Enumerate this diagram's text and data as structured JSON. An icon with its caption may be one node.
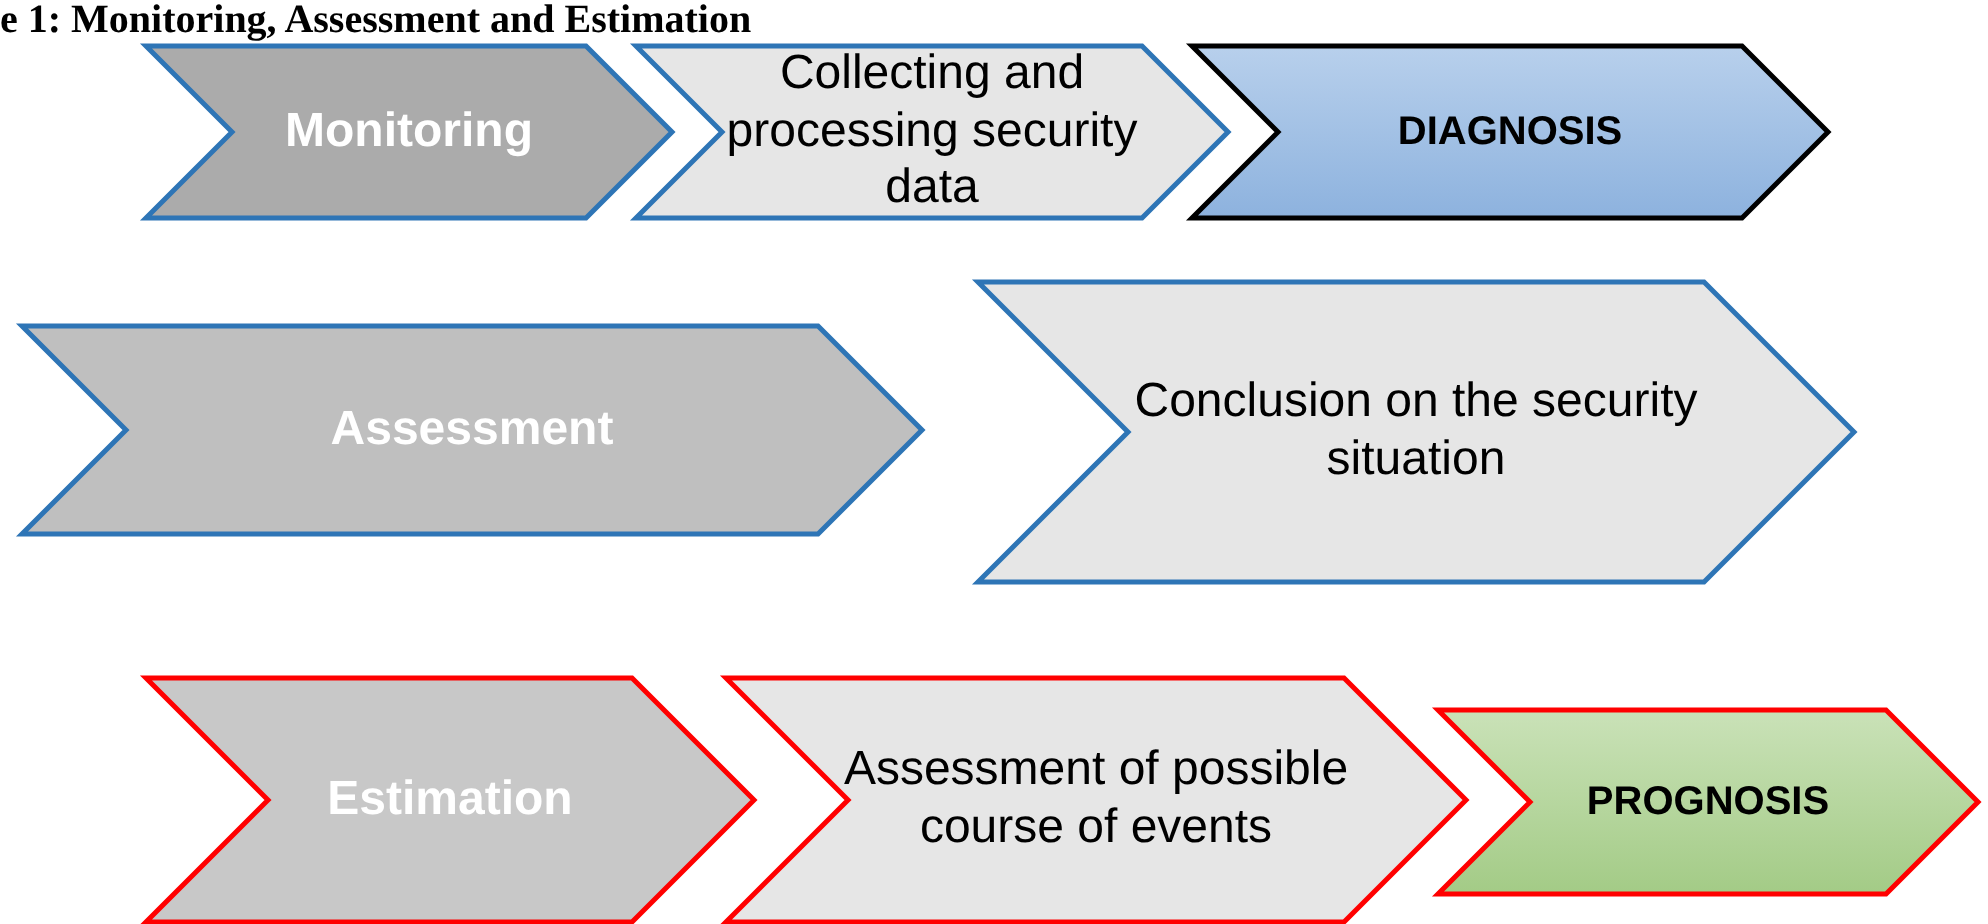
{
  "diagram": {
    "title": "e 1: Monitoring, Assessment and Estimation",
    "nodes": [
      {
        "text": [
          "Monitoring"
        ]
      },
      {
        "text": [
          "Collecting and processing security data"
        ]
      },
      {
        "text": [
          "DIAGNOSIS"
        ]
      },
      {
        "text": [
          "Assessment"
        ]
      },
      {
        "text": [
          "Conclusion on the security situation"
        ]
      },
      {
        "text": [
          "Estimation"
        ]
      },
      {
        "text": [
          "Assessment of possible course of events"
        ]
      },
      {
        "text": [
          "PROGNOSIS"
        ]
      }
    ]
  }
}
